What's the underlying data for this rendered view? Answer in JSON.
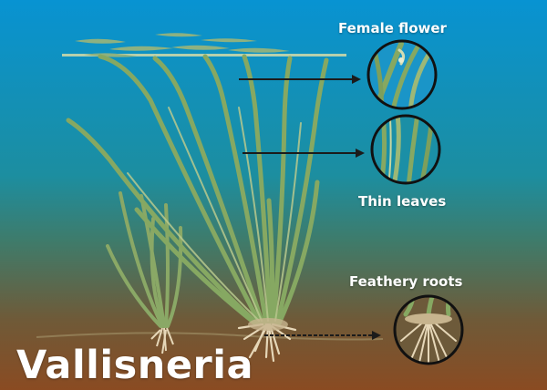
{
  "title": "Vallisneria",
  "callouts": {
    "female_flower": "Female flower",
    "thin_leaves": "Thin leaves",
    "feathery_roots": "Feathery roots"
  },
  "colors": {
    "water_top": "#0893d2",
    "water_mid": "#1c8ea0",
    "sediment_bottom": "#8a4b22",
    "leaf": "#86a862",
    "leaf_light": "#b8c98e",
    "root": "#e6d7b8",
    "arrow": "#1b1b1b"
  },
  "icons": [
    "arrow-right-icon",
    "magnifier-circle-icon"
  ]
}
